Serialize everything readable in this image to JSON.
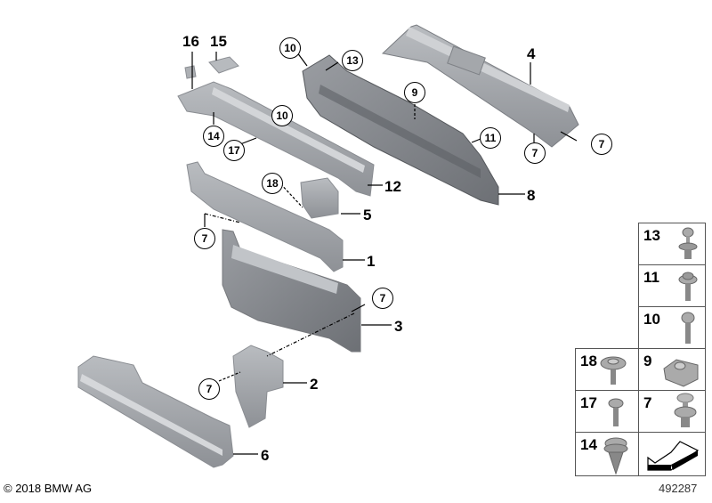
{
  "diagram": {
    "type": "exploded-parts-diagram",
    "part_callouts": [
      {
        "id": "1",
        "label": "1"
      },
      {
        "id": "2",
        "label": "2"
      },
      {
        "id": "3",
        "label": "3"
      },
      {
        "id": "4",
        "label": "4"
      },
      {
        "id": "5",
        "label": "5"
      },
      {
        "id": "6",
        "label": "6"
      },
      {
        "id": "8",
        "label": "8"
      },
      {
        "id": "12",
        "label": "12"
      },
      {
        "id": "15",
        "label": "15"
      },
      {
        "id": "16",
        "label": "16"
      }
    ],
    "circled_callouts": [
      {
        "label": "10"
      },
      {
        "label": "13"
      },
      {
        "label": "9"
      },
      {
        "label": "10"
      },
      {
        "label": "14"
      },
      {
        "label": "17"
      },
      {
        "label": "11"
      },
      {
        "label": "7"
      },
      {
        "label": "7"
      },
      {
        "label": "18"
      },
      {
        "label": "7"
      },
      {
        "label": "7"
      },
      {
        "label": "7"
      }
    ]
  },
  "legend": {
    "cells": [
      {
        "label": "13",
        "icon": "screw-with-washer-clip"
      },
      {
        "label": "11",
        "icon": "flange-bolt"
      },
      {
        "label": "10",
        "icon": "pan-head-screw"
      },
      {
        "label": "18",
        "icon": "washer-head-bolt"
      },
      {
        "label": "9",
        "icon": "speed-nut"
      },
      {
        "label": "17",
        "icon": "flange-screw"
      },
      {
        "label": "7",
        "icon": "push-rivet"
      },
      {
        "label": "14",
        "icon": "expanding-clip"
      },
      {
        "label": "",
        "icon": "direction-arrow"
      }
    ]
  },
  "footer": {
    "copyright": "© 2018 BMW AG",
    "diagram_number": "492287"
  }
}
